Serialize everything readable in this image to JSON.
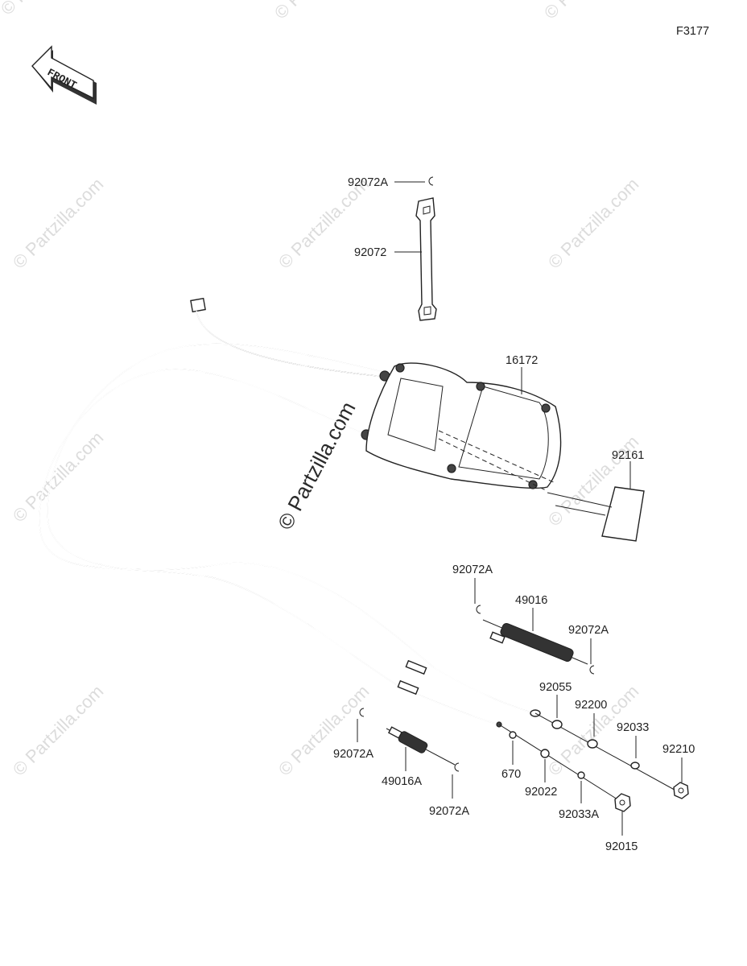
{
  "figure_code": "F3177",
  "front_label": "FRONT",
  "watermark_text": "© Partzilla.com",
  "part_numbers": {
    "p92072A_top": "92072A",
    "p92072": "92072",
    "p16172": "16172",
    "p92161": "92161",
    "p92072A_r1": "92072A",
    "p49016": "49016",
    "p92072A_r2": "92072A",
    "p92055": "92055",
    "p92200": "92200",
    "p92033": "92033",
    "p92210": "92210",
    "p92072A_l1": "92072A",
    "p49016A": "49016A",
    "p92072A_l2": "92072A",
    "p670": "670",
    "p92022": "92022",
    "p92033A": "92033A",
    "p92015": "92015"
  }
}
